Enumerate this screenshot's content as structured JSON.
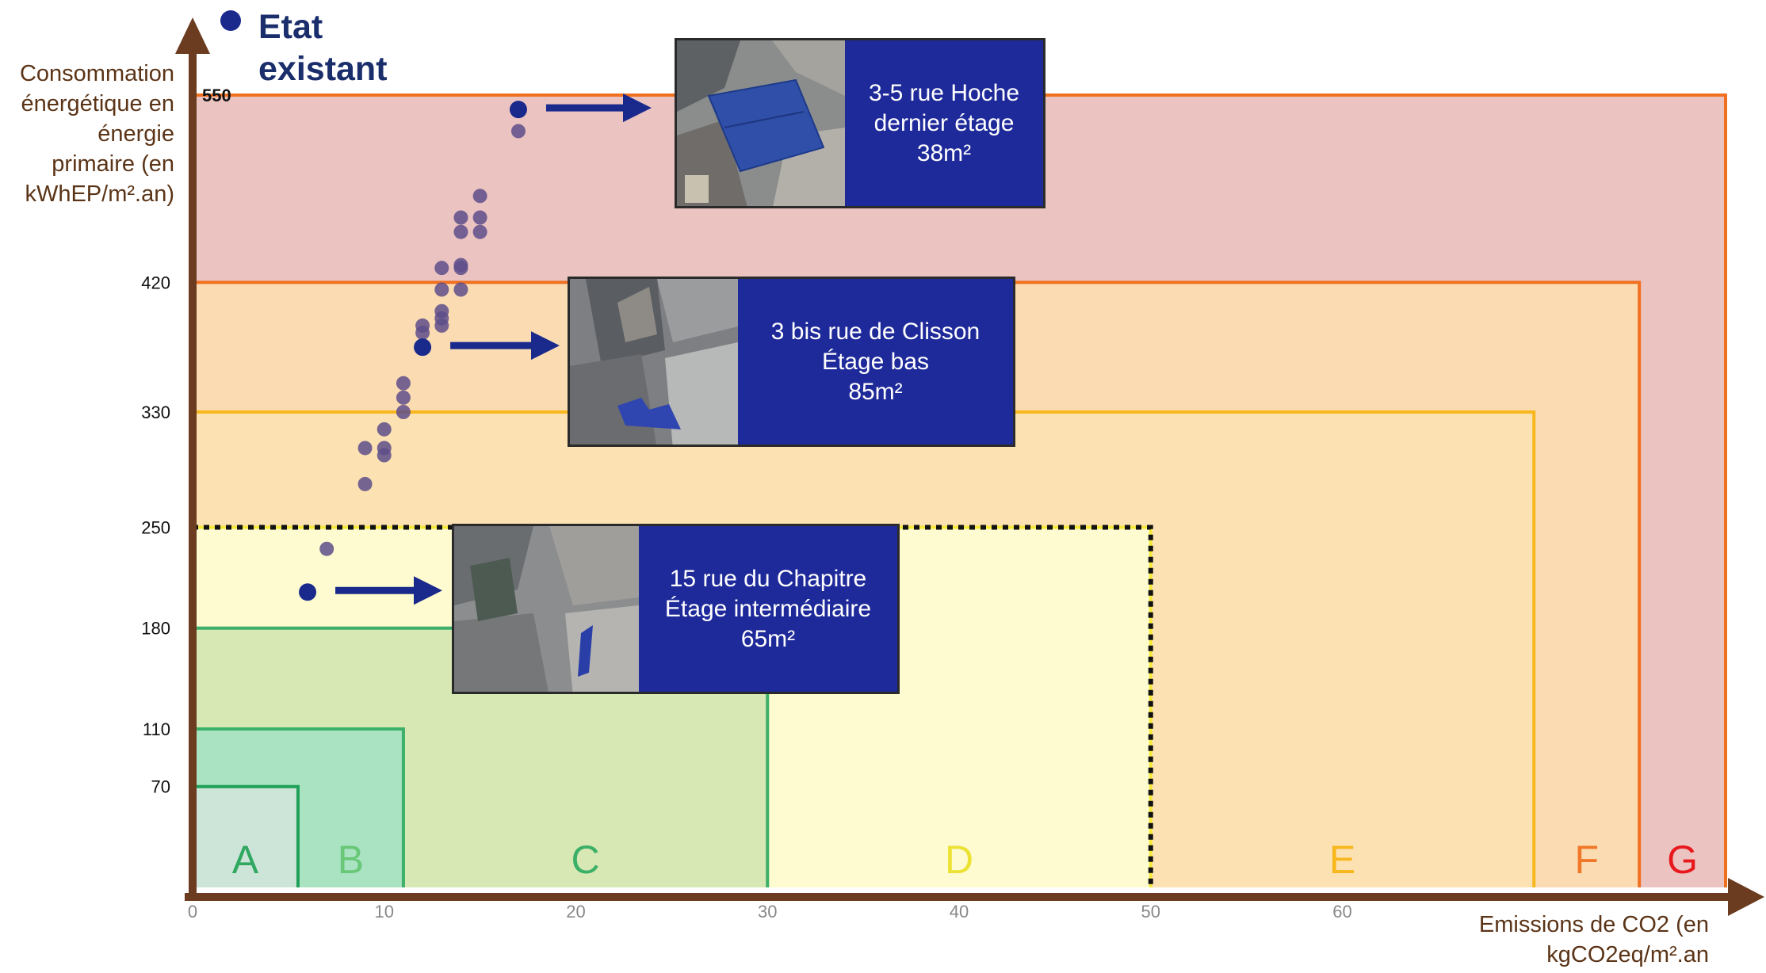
{
  "legend": {
    "label_line1": "Etat",
    "label_line2": "existant",
    "color": "#1a2a8c"
  },
  "chart_data": {
    "type": "scatter",
    "title": "",
    "ylabel_lines": [
      "Consommation",
      "énergétique en",
      "énergie",
      "primaire (en",
      "kWhEP/m².an)"
    ],
    "xlabel_lines": [
      "Emissions de CO2 (en",
      "kgCO2eq/m².an"
    ],
    "xlim": [
      0,
      80
    ],
    "ylim": [
      0,
      550
    ],
    "y_ticks": [
      70,
      110,
      180,
      250,
      330,
      420,
      550
    ],
    "x_ticks": [
      0,
      10,
      20,
      30,
      40,
      50,
      60
    ],
    "classes": [
      {
        "letter": "G",
        "x_max": 80,
        "y_max": 550,
        "fill": "#ebc4c2",
        "border": "#f07020",
        "letter_color": "#e8191e"
      },
      {
        "letter": "F",
        "x_max": 75.5,
        "y_max": 420,
        "fill": "#fbdcb2",
        "border": "#f07020",
        "letter_color": "#f07828"
      },
      {
        "letter": "E",
        "x_max": 70,
        "y_max": 330,
        "fill": "#fce1b2",
        "border": "#f8b71c",
        "letter_color": "#f8b71c"
      },
      {
        "letter": "D",
        "x_max": 50,
        "y_max": 250,
        "fill": "#fdfbcf",
        "border": "#f6e93a",
        "letter_color": "#ece234"
      },
      {
        "letter": "C",
        "x_max": 30,
        "y_max": 180,
        "fill": "#d8e8b4",
        "border": "#3cb068",
        "letter_color": "#3cb068"
      },
      {
        "letter": "B",
        "x_max": 11,
        "y_max": 110,
        "fill": "#a9e3c2",
        "border": "#3cb068",
        "letter_color": "#68c878"
      },
      {
        "letter": "A",
        "x_max": 5.5,
        "y_max": 70,
        "fill": "#cde4d8",
        "border": "#20a058",
        "letter_color": "#30a860"
      }
    ],
    "threshold": {
      "x": 50,
      "y": 250,
      "style": "dotted"
    },
    "background_points": [
      {
        "x": 7,
        "y": 235
      },
      {
        "x": 9,
        "y": 280
      },
      {
        "x": 9,
        "y": 305
      },
      {
        "x": 10,
        "y": 300
      },
      {
        "x": 10,
        "y": 305
      },
      {
        "x": 10,
        "y": 318
      },
      {
        "x": 11,
        "y": 330
      },
      {
        "x": 11,
        "y": 340
      },
      {
        "x": 11,
        "y": 350
      },
      {
        "x": 12,
        "y": 385
      },
      {
        "x": 12,
        "y": 390
      },
      {
        "x": 13,
        "y": 390
      },
      {
        "x": 13,
        "y": 395
      },
      {
        "x": 13,
        "y": 400
      },
      {
        "x": 13,
        "y": 415
      },
      {
        "x": 13,
        "y": 430
      },
      {
        "x": 14,
        "y": 415
      },
      {
        "x": 14,
        "y": 430
      },
      {
        "x": 14,
        "y": 432
      },
      {
        "x": 14,
        "y": 455
      },
      {
        "x": 14,
        "y": 465
      },
      {
        "x": 15,
        "y": 455
      },
      {
        "x": 15,
        "y": 465
      },
      {
        "x": 15,
        "y": 480
      },
      {
        "x": 17,
        "y": 525
      }
    ],
    "highlight_points": [
      {
        "x": 6,
        "y": 205
      },
      {
        "x": 12,
        "y": 375
      },
      {
        "x": 17,
        "y": 540
      }
    ]
  },
  "cards": [
    {
      "lines": [
        "3-5 rue Hoche",
        "dernier étage",
        "38m²"
      ]
    },
    {
      "lines": [
        "3 bis rue de Clisson",
        "Étage bas",
        "85m²"
      ]
    },
    {
      "lines": [
        "15 rue du Chapitre",
        "Étage intermédiaire",
        "65m²"
      ]
    }
  ],
  "colors": {
    "axis": "#6b3c1f",
    "arrow": "#1a2a8c",
    "card_bg": "#1f2a9a"
  }
}
